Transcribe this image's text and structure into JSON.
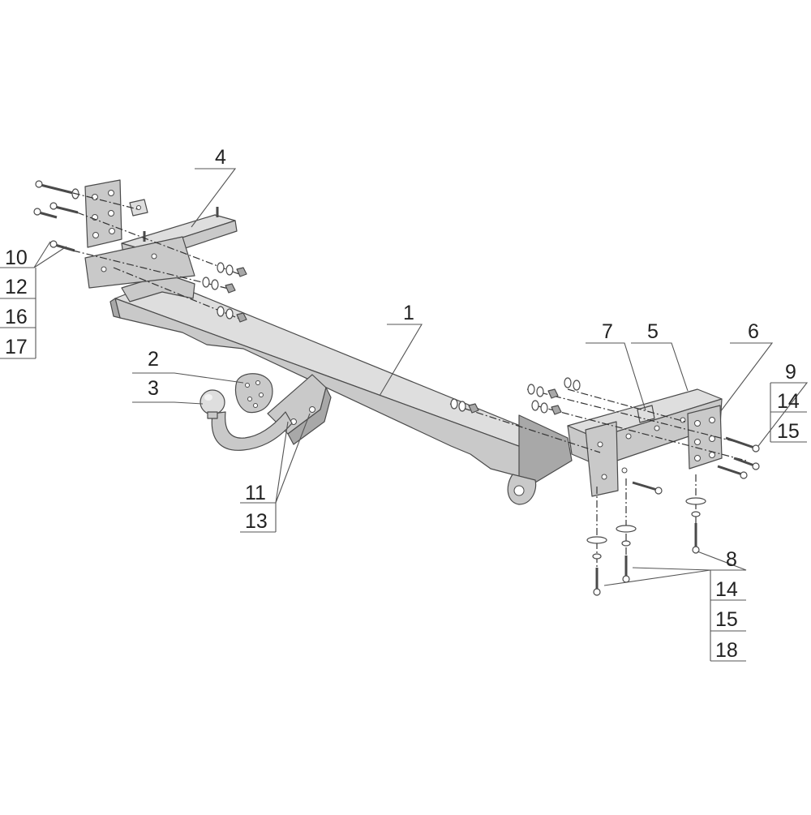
{
  "colors": {
    "part_fill": "#c9c9c9",
    "part_fill_dark": "#a8a8a8",
    "part_fill_light": "#dedede",
    "outline": "#4a4a4a",
    "leader": "#555555",
    "background": "#ffffff"
  },
  "callouts": {
    "c1": "1",
    "c2": "2",
    "c3": "3",
    "c4": "4",
    "c5": "5",
    "c6": "6",
    "c7": "7",
    "left_fasteners": [
      "10",
      "12",
      "16",
      "17"
    ],
    "ball_fasteners": [
      "11",
      "13"
    ],
    "right_bolts": [
      "9",
      "14",
      "15"
    ],
    "bottom_bolts": [
      "8",
      "14",
      "15",
      "18"
    ]
  }
}
